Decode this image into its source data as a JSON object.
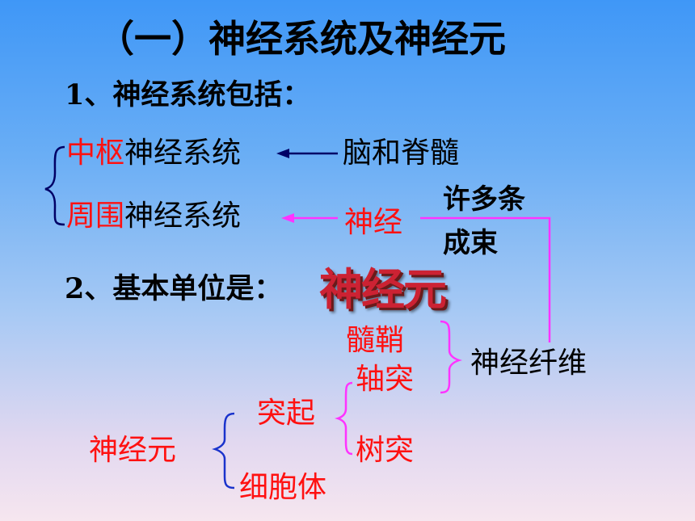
{
  "title": "（一）神经系统及神经元",
  "section1": {
    "heading": "1、神经系统包括：",
    "central": {
      "prefix": "中枢",
      "suffix": "神经系统",
      "source": "脑和脊髓"
    },
    "peripheral": {
      "prefix": "周围",
      "suffix": "神经系统",
      "source": "神经",
      "note_line1": "许多条",
      "note_line2": "成束"
    }
  },
  "section2": {
    "heading": "2、基本单位是：",
    "unit": "神经元"
  },
  "fiber": {
    "myelin": "髓鞘",
    "axon": "轴突",
    "label": "神经纤维"
  },
  "neuron_structure": {
    "root": "神经元",
    "process": "突起",
    "dendrite": "树突",
    "cell_body": "细胞体"
  },
  "colors": {
    "red": "#ff1111",
    "magenta": "#ff33ff",
    "blue_brace": "#1a33cc",
    "dark_blue": "#000066"
  }
}
